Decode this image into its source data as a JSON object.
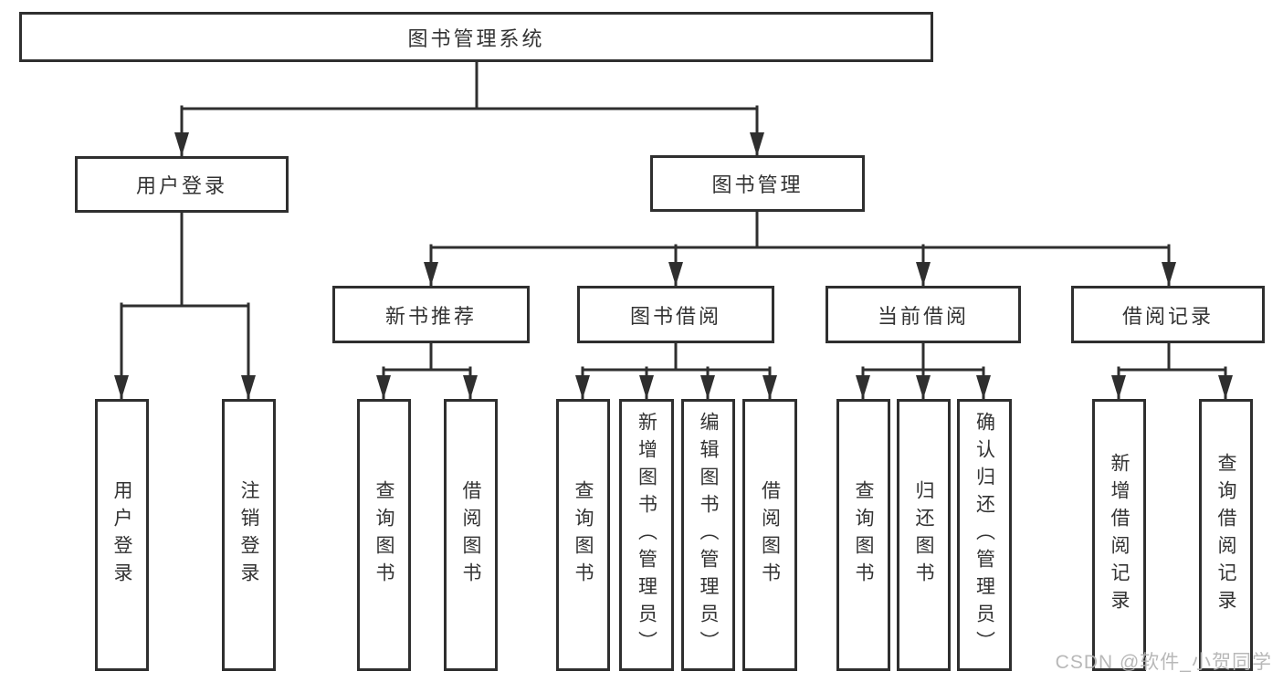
{
  "diagram": {
    "root": {
      "label": "图书管理系统"
    },
    "level2": [
      {
        "id": "user-login",
        "label": "用户登录",
        "parent": "图书管理系统"
      },
      {
        "id": "book-management",
        "label": "图书管理",
        "parent": "图书管理系统"
      }
    ],
    "level3": [
      {
        "id": "new-book-recommend",
        "label": "新书推荐",
        "parent": "图书管理"
      },
      {
        "id": "book-borrow",
        "label": "图书借阅",
        "parent": "图书管理"
      },
      {
        "id": "current-borrow",
        "label": "当前借阅",
        "parent": "图书管理"
      },
      {
        "id": "borrow-record",
        "label": "借阅记录",
        "parent": "图书管理"
      }
    ],
    "leaves": [
      {
        "label": "用户登录",
        "parent": "用户登录"
      },
      {
        "label": "注销登录",
        "parent": "用户登录"
      },
      {
        "label": "查询图书",
        "parent": "新书推荐"
      },
      {
        "label": "借阅图书",
        "parent": "新书推荐"
      },
      {
        "label": "查询图书",
        "parent": "图书借阅"
      },
      {
        "label": "新增图书（管理员）",
        "parent": "图书借阅"
      },
      {
        "label": "编辑图书（管理员）",
        "parent": "图书借阅"
      },
      {
        "label": "借阅图书",
        "parent": "图书借阅"
      },
      {
        "label": "查询图书",
        "parent": "当前借阅"
      },
      {
        "label": "归还图书",
        "parent": "当前借阅"
      },
      {
        "label": "确认归还（管理员）",
        "parent": "当前借阅"
      },
      {
        "label": "新增借阅记录",
        "parent": "借阅记录"
      },
      {
        "label": "查询借阅记录",
        "parent": "借阅记录"
      }
    ],
    "watermark": "CSDN @软件_小贺同学",
    "colors": {
      "line": "#2f2f2f",
      "box_border": "#2f2f2f",
      "box_fill": "#ffffff",
      "text": "#333333",
      "watermark": "#b3b3b3"
    }
  }
}
